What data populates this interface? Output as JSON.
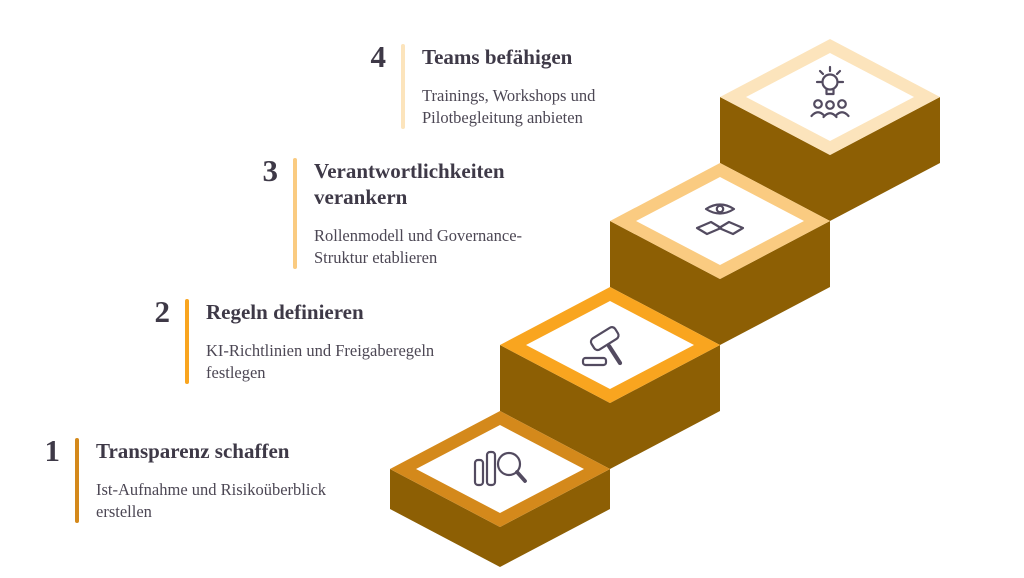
{
  "colors": {
    "background": "#FFFFFF",
    "stair_side": "#8D5F04",
    "icon_stroke": "#534B60",
    "heading_text": "#3E3947",
    "body_text": "#4C4754"
  },
  "steps": [
    {
      "number": "1",
      "title": "Transparenz schaffen",
      "description": "Ist-Aufnahme und Risikoüberblick\nerstellen",
      "accent_color": "#D4891B",
      "icon": "analysis-magnifier-icon"
    },
    {
      "number": "2",
      "title": "Regeln definieren",
      "description": "KI-Richtlinien und Freigaberegeln\nfestlegen",
      "accent_color": "#F9A51F",
      "icon": "gavel-icon"
    },
    {
      "number": "3",
      "title": "Verantwortlichkeiten\nverankern",
      "description": "Rollenmodell und Governance-\nStruktur etablieren",
      "accent_color": "#FACB81",
      "icon": "eye-handshake-icon"
    },
    {
      "number": "4",
      "title": "Teams befähigen",
      "description": "Trainings, Workshops und\nPilotbegleitung anbieten",
      "accent_color": "#FCE4BC",
      "icon": "idea-team-icon"
    }
  ]
}
